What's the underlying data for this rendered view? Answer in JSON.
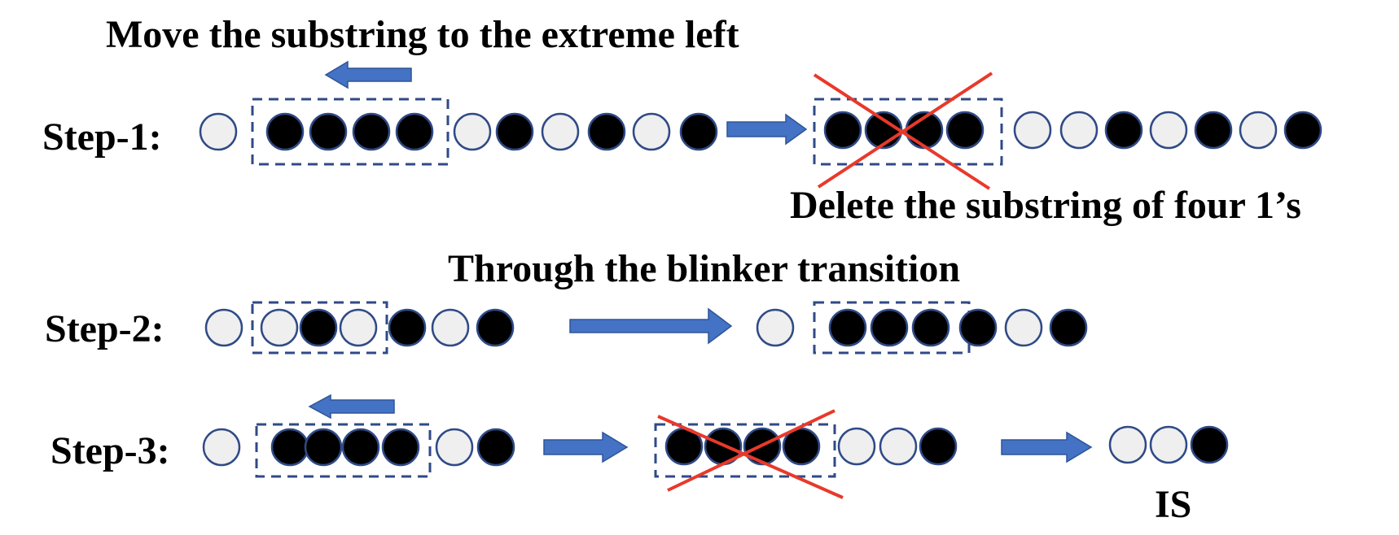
{
  "captions": {
    "move_left": "Move the substring to the extreme left",
    "delete": "Delete the substring of four 1’s",
    "blinker": "Through the blinker transition",
    "is": "IS"
  },
  "steps": [
    {
      "label": "Step-1:",
      "before": [
        0,
        1,
        1,
        1,
        1,
        0,
        1,
        0,
        1,
        0,
        1
      ],
      "after": [
        1,
        1,
        1,
        1,
        0,
        0,
        1,
        0,
        1,
        0,
        1
      ]
    },
    {
      "label": "Step-2:",
      "before": [
        0,
        0,
        1,
        0,
        1,
        0,
        1
      ],
      "after": [
        0,
        1,
        1,
        1,
        1,
        0,
        1
      ]
    },
    {
      "label": "Step-3:",
      "before": [
        0,
        1,
        1,
        1,
        1,
        0,
        1
      ],
      "middle": [
        1,
        1,
        1,
        1,
        0,
        0,
        1
      ],
      "after": [
        0,
        0,
        1
      ]
    }
  ],
  "colors": {
    "one": "#000000",
    "zero": "#efefef",
    "outline": "#2f4a86",
    "arrow": "#4472c4",
    "cross": "#e8392a"
  }
}
